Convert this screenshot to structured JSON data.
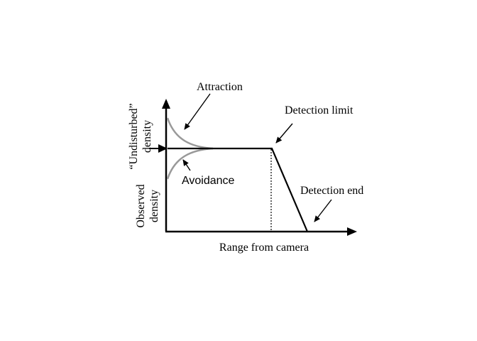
{
  "labels": {
    "undisturbed_line1": "“Undisturbed”",
    "undisturbed_line2": "density",
    "observed_line1": "Observed",
    "observed_line2": "density",
    "x_axis": "Range from camera",
    "attraction": "Attraction",
    "avoidance": "Avoidance",
    "detection_limit": "Detection limit",
    "detection_end": "Detection end"
  },
  "colors": {
    "axis": "#000000",
    "curve": "#999999"
  }
}
